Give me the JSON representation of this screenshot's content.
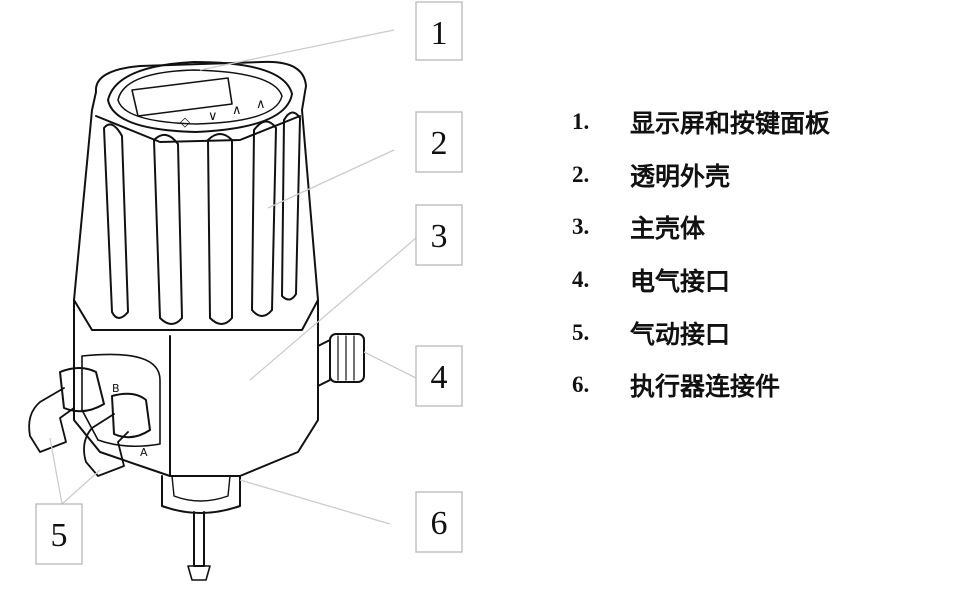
{
  "callouts": [
    {
      "number": "1"
    },
    {
      "number": "2"
    },
    {
      "number": "3"
    },
    {
      "number": "4"
    },
    {
      "number": "5"
    },
    {
      "number": "6"
    }
  ],
  "device": {
    "panel_keys": [
      "◇",
      "∨",
      "∧",
      "∧"
    ],
    "port_labels": [
      "B",
      "A"
    ]
  },
  "legend": [
    {
      "number": "1.",
      "label": "显示屏和按键面板"
    },
    {
      "number": "2.",
      "label": "透明外壳"
    },
    {
      "number": "3.",
      "label": "主壳体"
    },
    {
      "number": "4.",
      "label": "电气接口"
    },
    {
      "number": "5.",
      "label": "气动接口"
    },
    {
      "number": "6.",
      "label": "执行器连接件"
    }
  ],
  "colors": {
    "outline": "#111111",
    "leader": "#cccccc",
    "box": "#b8b8b8",
    "text": "#111111"
  }
}
